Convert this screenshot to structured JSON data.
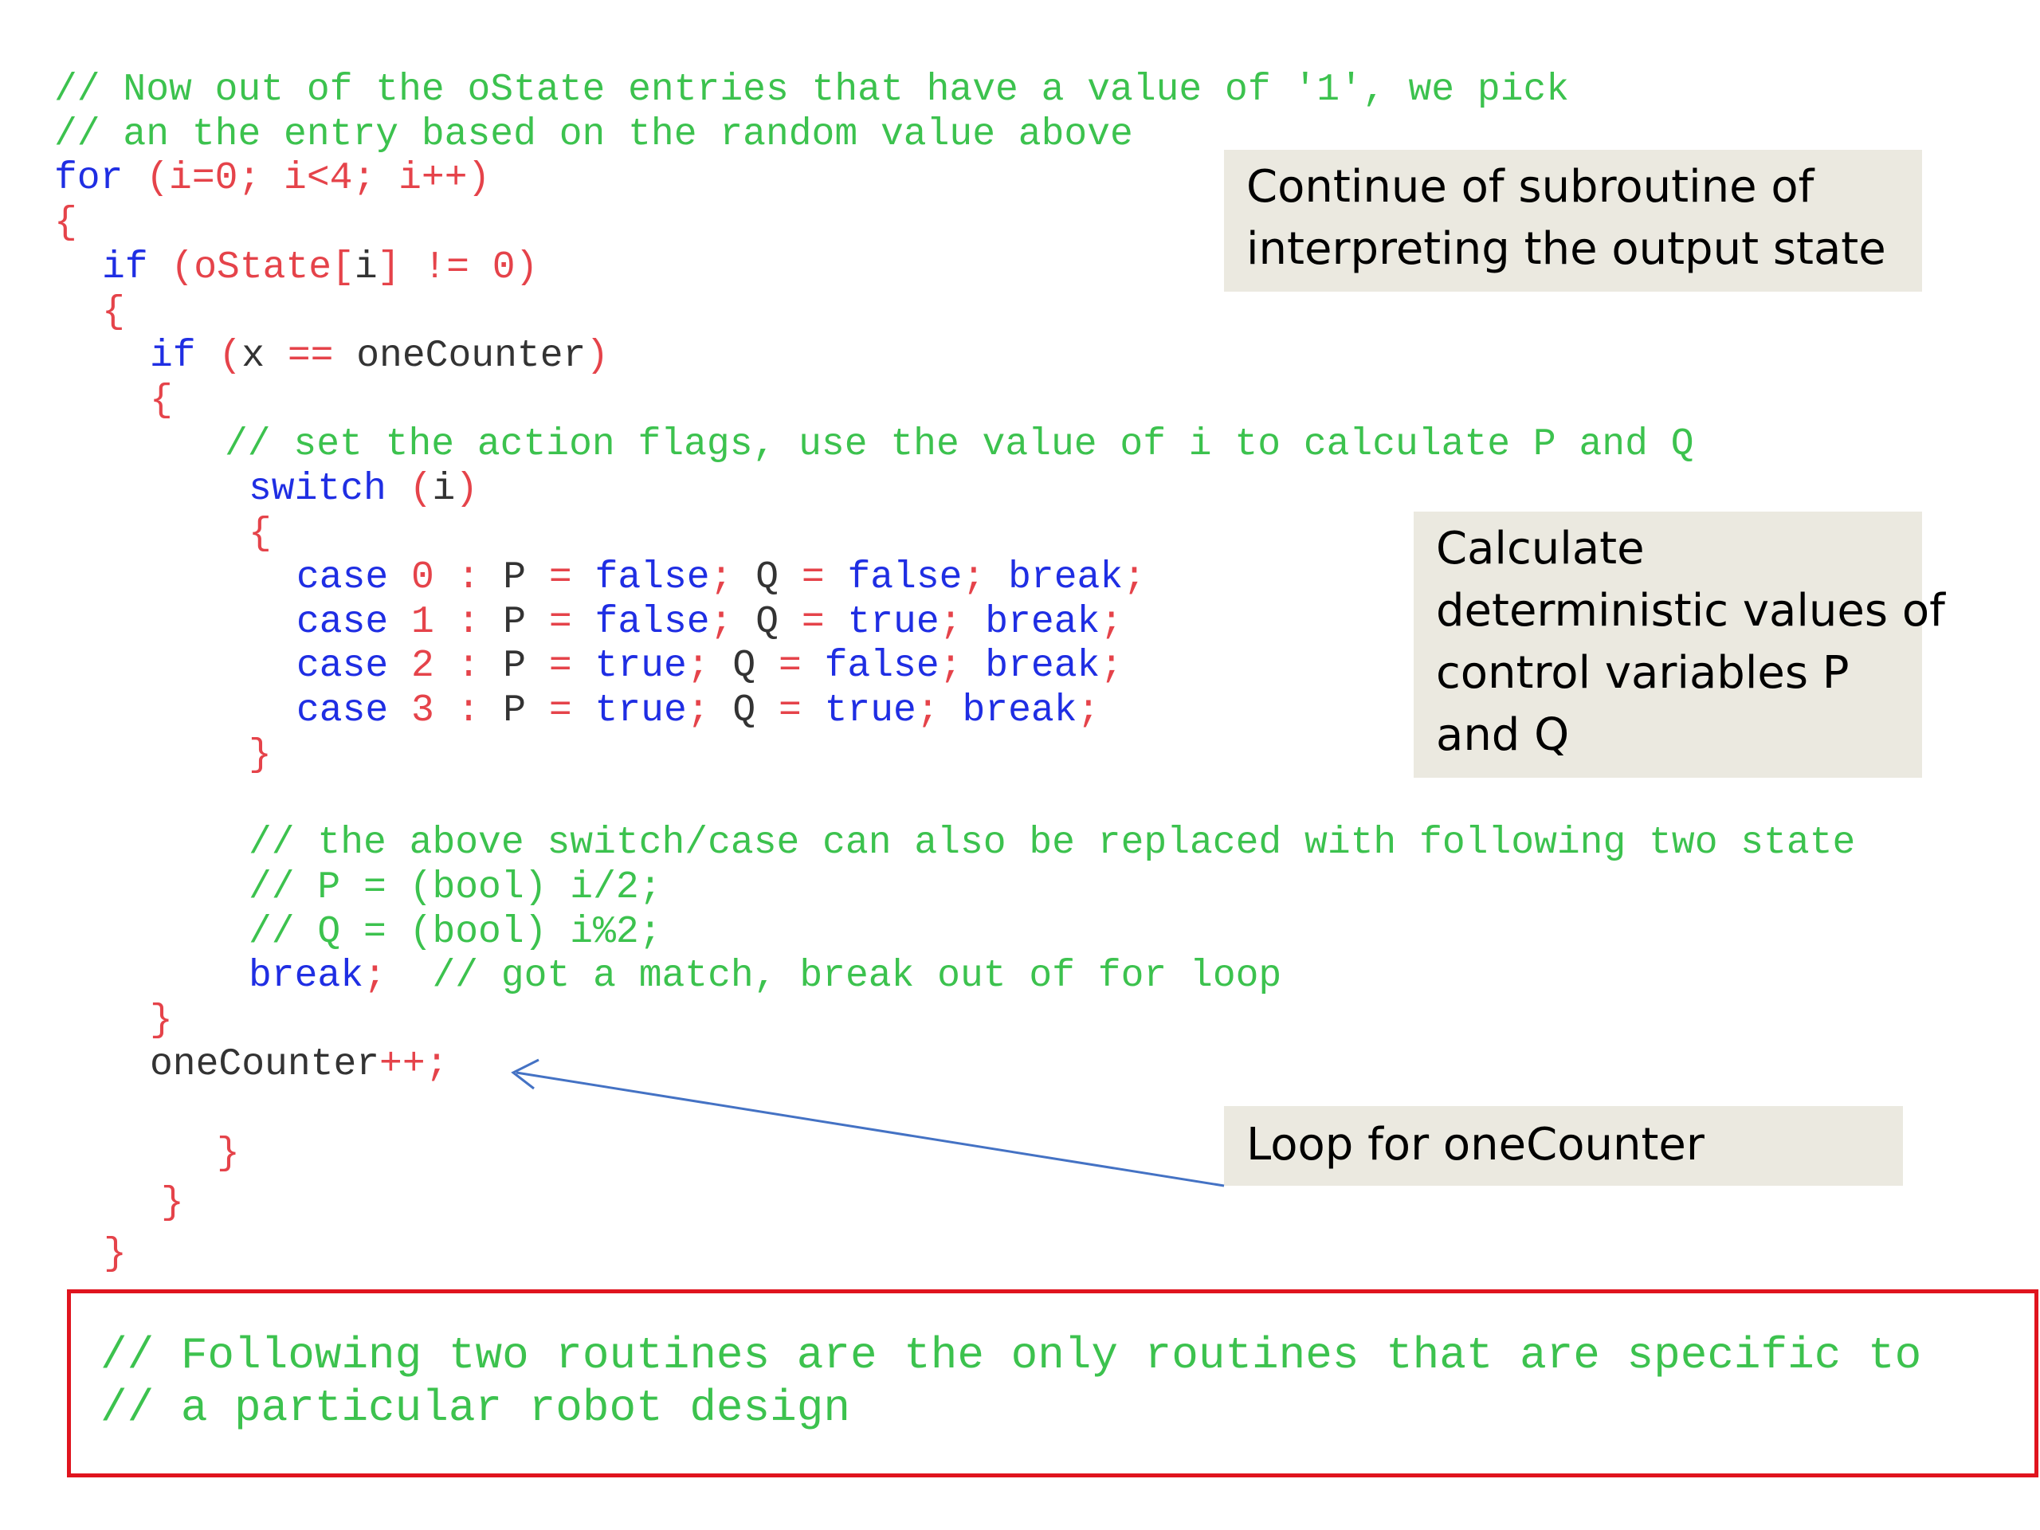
{
  "code": {
    "l1": "// Now out of the oState entries that have a value of '1', we pick",
    "l2": "// an the entry based on the random value above",
    "l3_kw": "for",
    "l3_rest": " (i=0; i<4; i++)",
    "brace_open": "{",
    "brace_close": "}",
    "if_kw": "if",
    "l5_rest_a": " (oState",
    "l5_rest_b": "[",
    "l5_rest_c": "i",
    "l5_rest_d": "]",
    "l5_rest_e": " != 0)",
    "l7_a": " (",
    "l7_b": "x",
    "l7_c": " == ",
    "l7_d": "oneCounter",
    "l7_e": ")",
    "l9": "// set the action flags, use the value of i to calculate P and Q",
    "switch_kw": "switch",
    "l10_a": " (",
    "l10_b": "i",
    "l10_c": ")",
    "cases": [
      {
        "num": "0",
        "p": "false",
        "q": "false"
      },
      {
        "num": "1",
        "p": "false",
        "q": "true"
      },
      {
        "num": "2",
        "p": "true",
        "q": "false"
      },
      {
        "num": "3",
        "p": "true",
        "q": "true"
      }
    ],
    "case_kw": "case",
    "break_kw": "break",
    "l17": "// the above switch/case can also be replaced with following two state",
    "l18": "// P = (bool) i/2;",
    "l19": "// Q = (bool) i%2;",
    "l20_comment": "// got a match, break out of for loop",
    "l22_a": "oneCounter",
    "l22_b": "++;"
  },
  "callouts": {
    "top": [
      "Continue of subroutine of",
      "interpreting the output state"
    ],
    "middle": [
      "Calculate",
      "deterministic values of",
      "control variables P",
      "and Q"
    ],
    "bottom": [
      "Loop for oneCounter"
    ]
  },
  "footer_comment": {
    "line1": "// Following two routines are the only routines that are specific to",
    "line2": "// a particular robot design"
  },
  "colors": {
    "comment": "#3cc24e",
    "keyword": "#1f2ee3",
    "punctuation": "#e5434a",
    "identifier": "#333333",
    "callout_bg": "#ebe9e0",
    "highlight_border": "#e0141e",
    "arrow": "#4472c4"
  }
}
